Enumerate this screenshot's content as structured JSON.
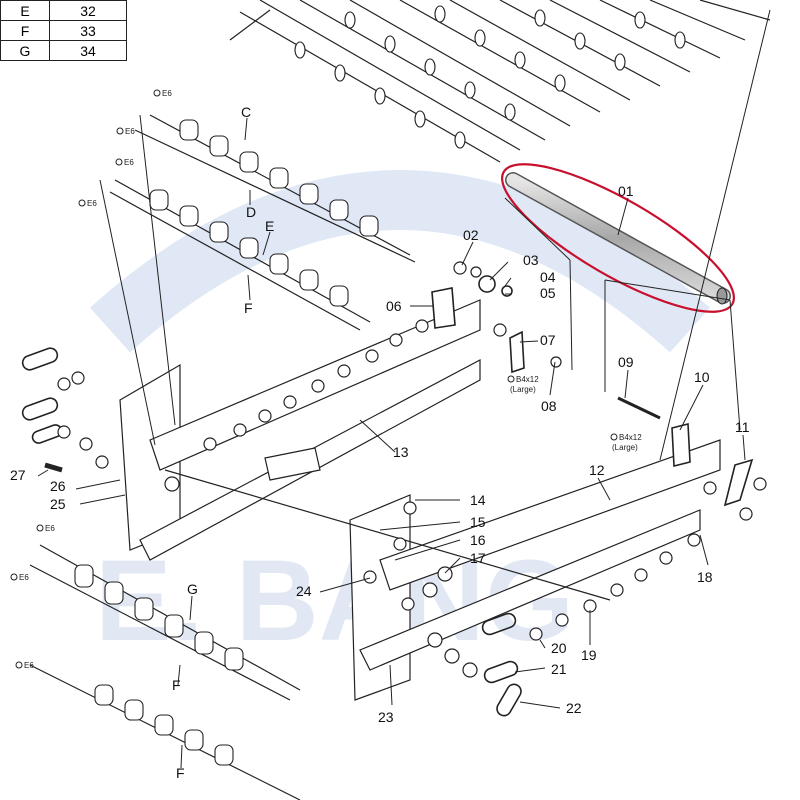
{
  "legend_table": [
    {
      "key": "E",
      "value": "32"
    },
    {
      "key": "F",
      "value": "33"
    },
    {
      "key": "G",
      "value": "34"
    }
  ],
  "watermark": {
    "text": "E. BANG",
    "color": "#b9c9e6"
  },
  "highlight_color": "#c8102e",
  "parts": {
    "p01": "01",
    "p02": "02",
    "p03": "03",
    "p04": "04",
    "p05": "05",
    "p06": "06",
    "p07": "07",
    "p08": "08",
    "p09": "09",
    "p10": "10",
    "p11": "11",
    "p12": "12",
    "p13": "13",
    "p14": "14",
    "p15": "15",
    "p16": "16",
    "p17": "17",
    "p18": "18",
    "p19": "19",
    "p20": "20",
    "p21": "21",
    "p22": "22",
    "p23": "23",
    "p24": "24",
    "p25": "25",
    "p26": "26",
    "p27": "27"
  },
  "roller_letters": {
    "c": "C",
    "d": "D",
    "e": "E",
    "f1": "F",
    "g": "G",
    "f2": "F",
    "f3": "F"
  },
  "fastener_notes": {
    "e6": "E6",
    "screw": "B4x12",
    "screw_size": "(Large)"
  }
}
